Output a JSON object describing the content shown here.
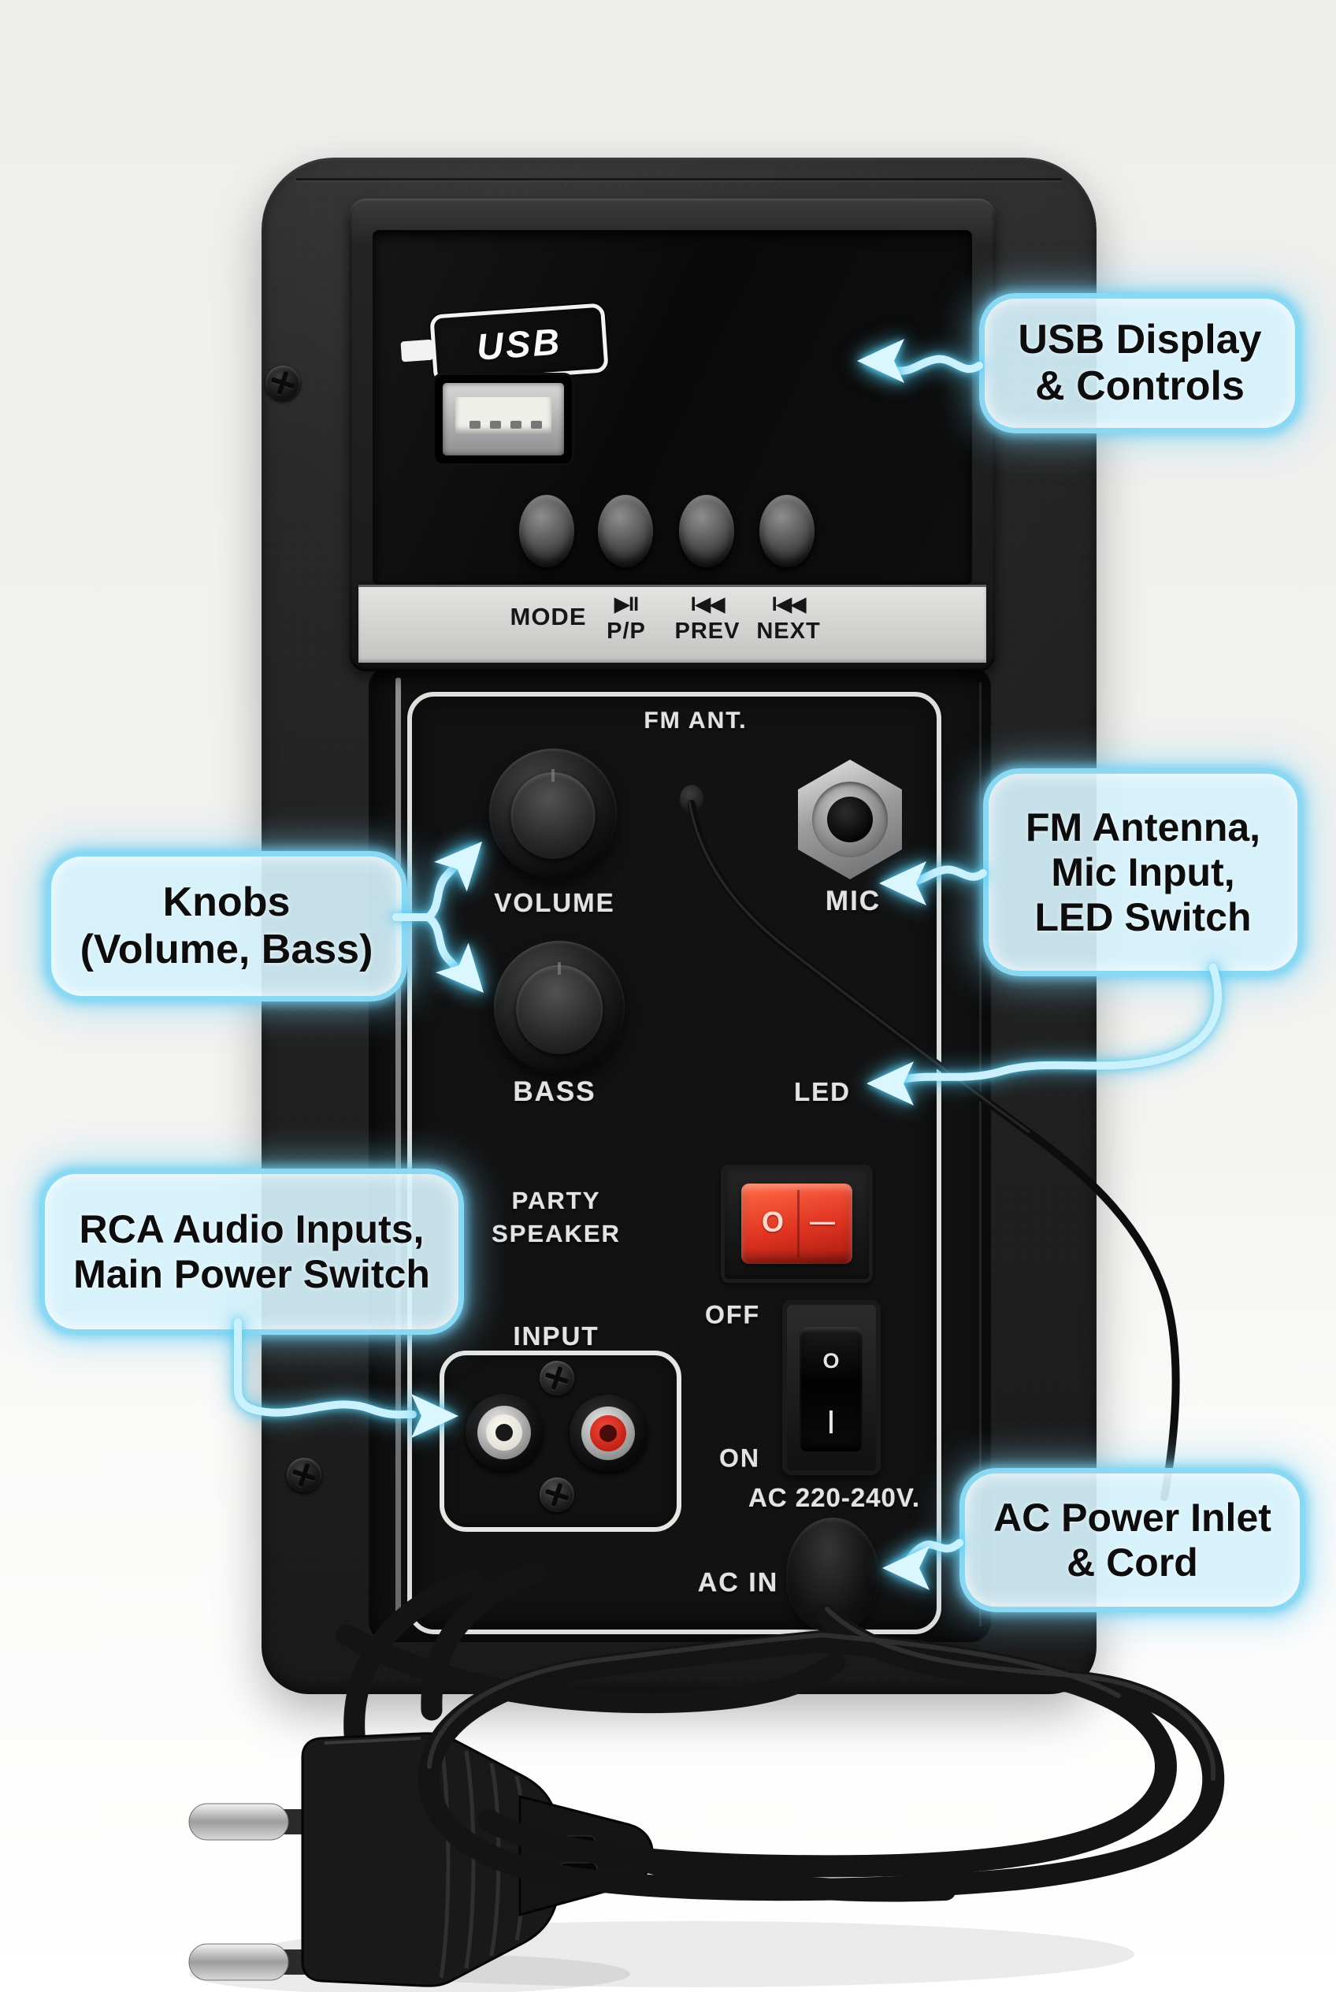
{
  "device": {
    "usb_module": {
      "usb_logo": "USB",
      "controls": [
        {
          "icon": "",
          "label": "MODE"
        },
        {
          "icon": "▶II",
          "label": "P/P"
        },
        {
          "icon": "I◀◀",
          "label": "PREV"
        },
        {
          "icon": "I◀◀",
          "label": "NEXT"
        }
      ]
    },
    "panel": {
      "fm_ant": "FM ANT.",
      "volume": "VOLUME",
      "mic": "MIC",
      "bass": "BASS",
      "led": "LED",
      "party_line1": "PARTY",
      "party_line2": "SPEAKER",
      "off": "OFF",
      "on": "ON",
      "ac_rating": "AC 220-240V.",
      "input": "INPUT",
      "ac_in": "AC IN",
      "red_switch": {
        "mark_off": "O",
        "mark_on": "—"
      },
      "main_switch": {
        "mark_off": "O",
        "mark_on": "|"
      }
    }
  },
  "callouts": {
    "usb": {
      "lines": [
        "USB Display",
        "& Controls"
      ]
    },
    "knobs": {
      "lines": [
        "Knobs",
        "(Volume, Bass)"
      ]
    },
    "fm": {
      "lines": [
        "FM Antenna,",
        "Mic Input,",
        "LED Switch"
      ]
    },
    "rca": {
      "lines": [
        "RCA Audio Inputs,",
        "Main Power Switch"
      ]
    },
    "ac": {
      "lines": [
        "AC Power Inlet",
        "& Cord"
      ]
    }
  },
  "colors": {
    "callout_fill": "#d5f1fc",
    "callout_border": "#8bd8f3",
    "neon": "#57c8ee",
    "red_switch": "#e03422",
    "rca_white": "#f3f1ea",
    "rca_red": "#e23b2e",
    "strip": "#d6d6d4"
  }
}
